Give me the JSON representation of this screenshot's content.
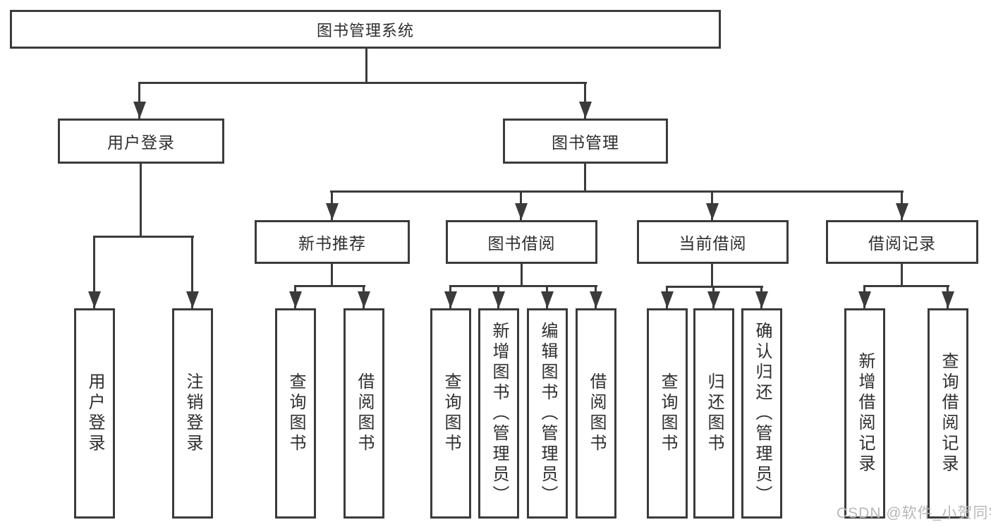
{
  "diagram_type": "hierarchy-tree",
  "colors": {
    "line": "#3b3b3b",
    "background": "#ffffff",
    "watermark": "#b7b7b7"
  },
  "tree": {
    "label": "图书管理系统",
    "children": [
      {
        "label": "用户登录",
        "children": [
          {
            "label": "用户登录"
          },
          {
            "label": "注销登录"
          }
        ]
      },
      {
        "label": "图书管理",
        "children": [
          {
            "label": "新书推荐",
            "children": [
              {
                "label": "查询图书"
              },
              {
                "label": "借阅图书"
              }
            ]
          },
          {
            "label": "图书借阅",
            "children": [
              {
                "label": "查询图书"
              },
              {
                "label": "新增图书（管理员）"
              },
              {
                "label": "编辑图书（管理员）"
              },
              {
                "label": "借阅图书"
              }
            ]
          },
          {
            "label": "当前借阅",
            "children": [
              {
                "label": "查询图书"
              },
              {
                "label": "归还图书"
              },
              {
                "label": "确认归还（管理员）"
              }
            ]
          },
          {
            "label": "借阅记录",
            "children": [
              {
                "label": "新增借阅记录"
              },
              {
                "label": "查询借阅记录"
              }
            ]
          }
        ]
      }
    ]
  },
  "watermark": {
    "text": "CSDN @软件_小贺同学"
  }
}
